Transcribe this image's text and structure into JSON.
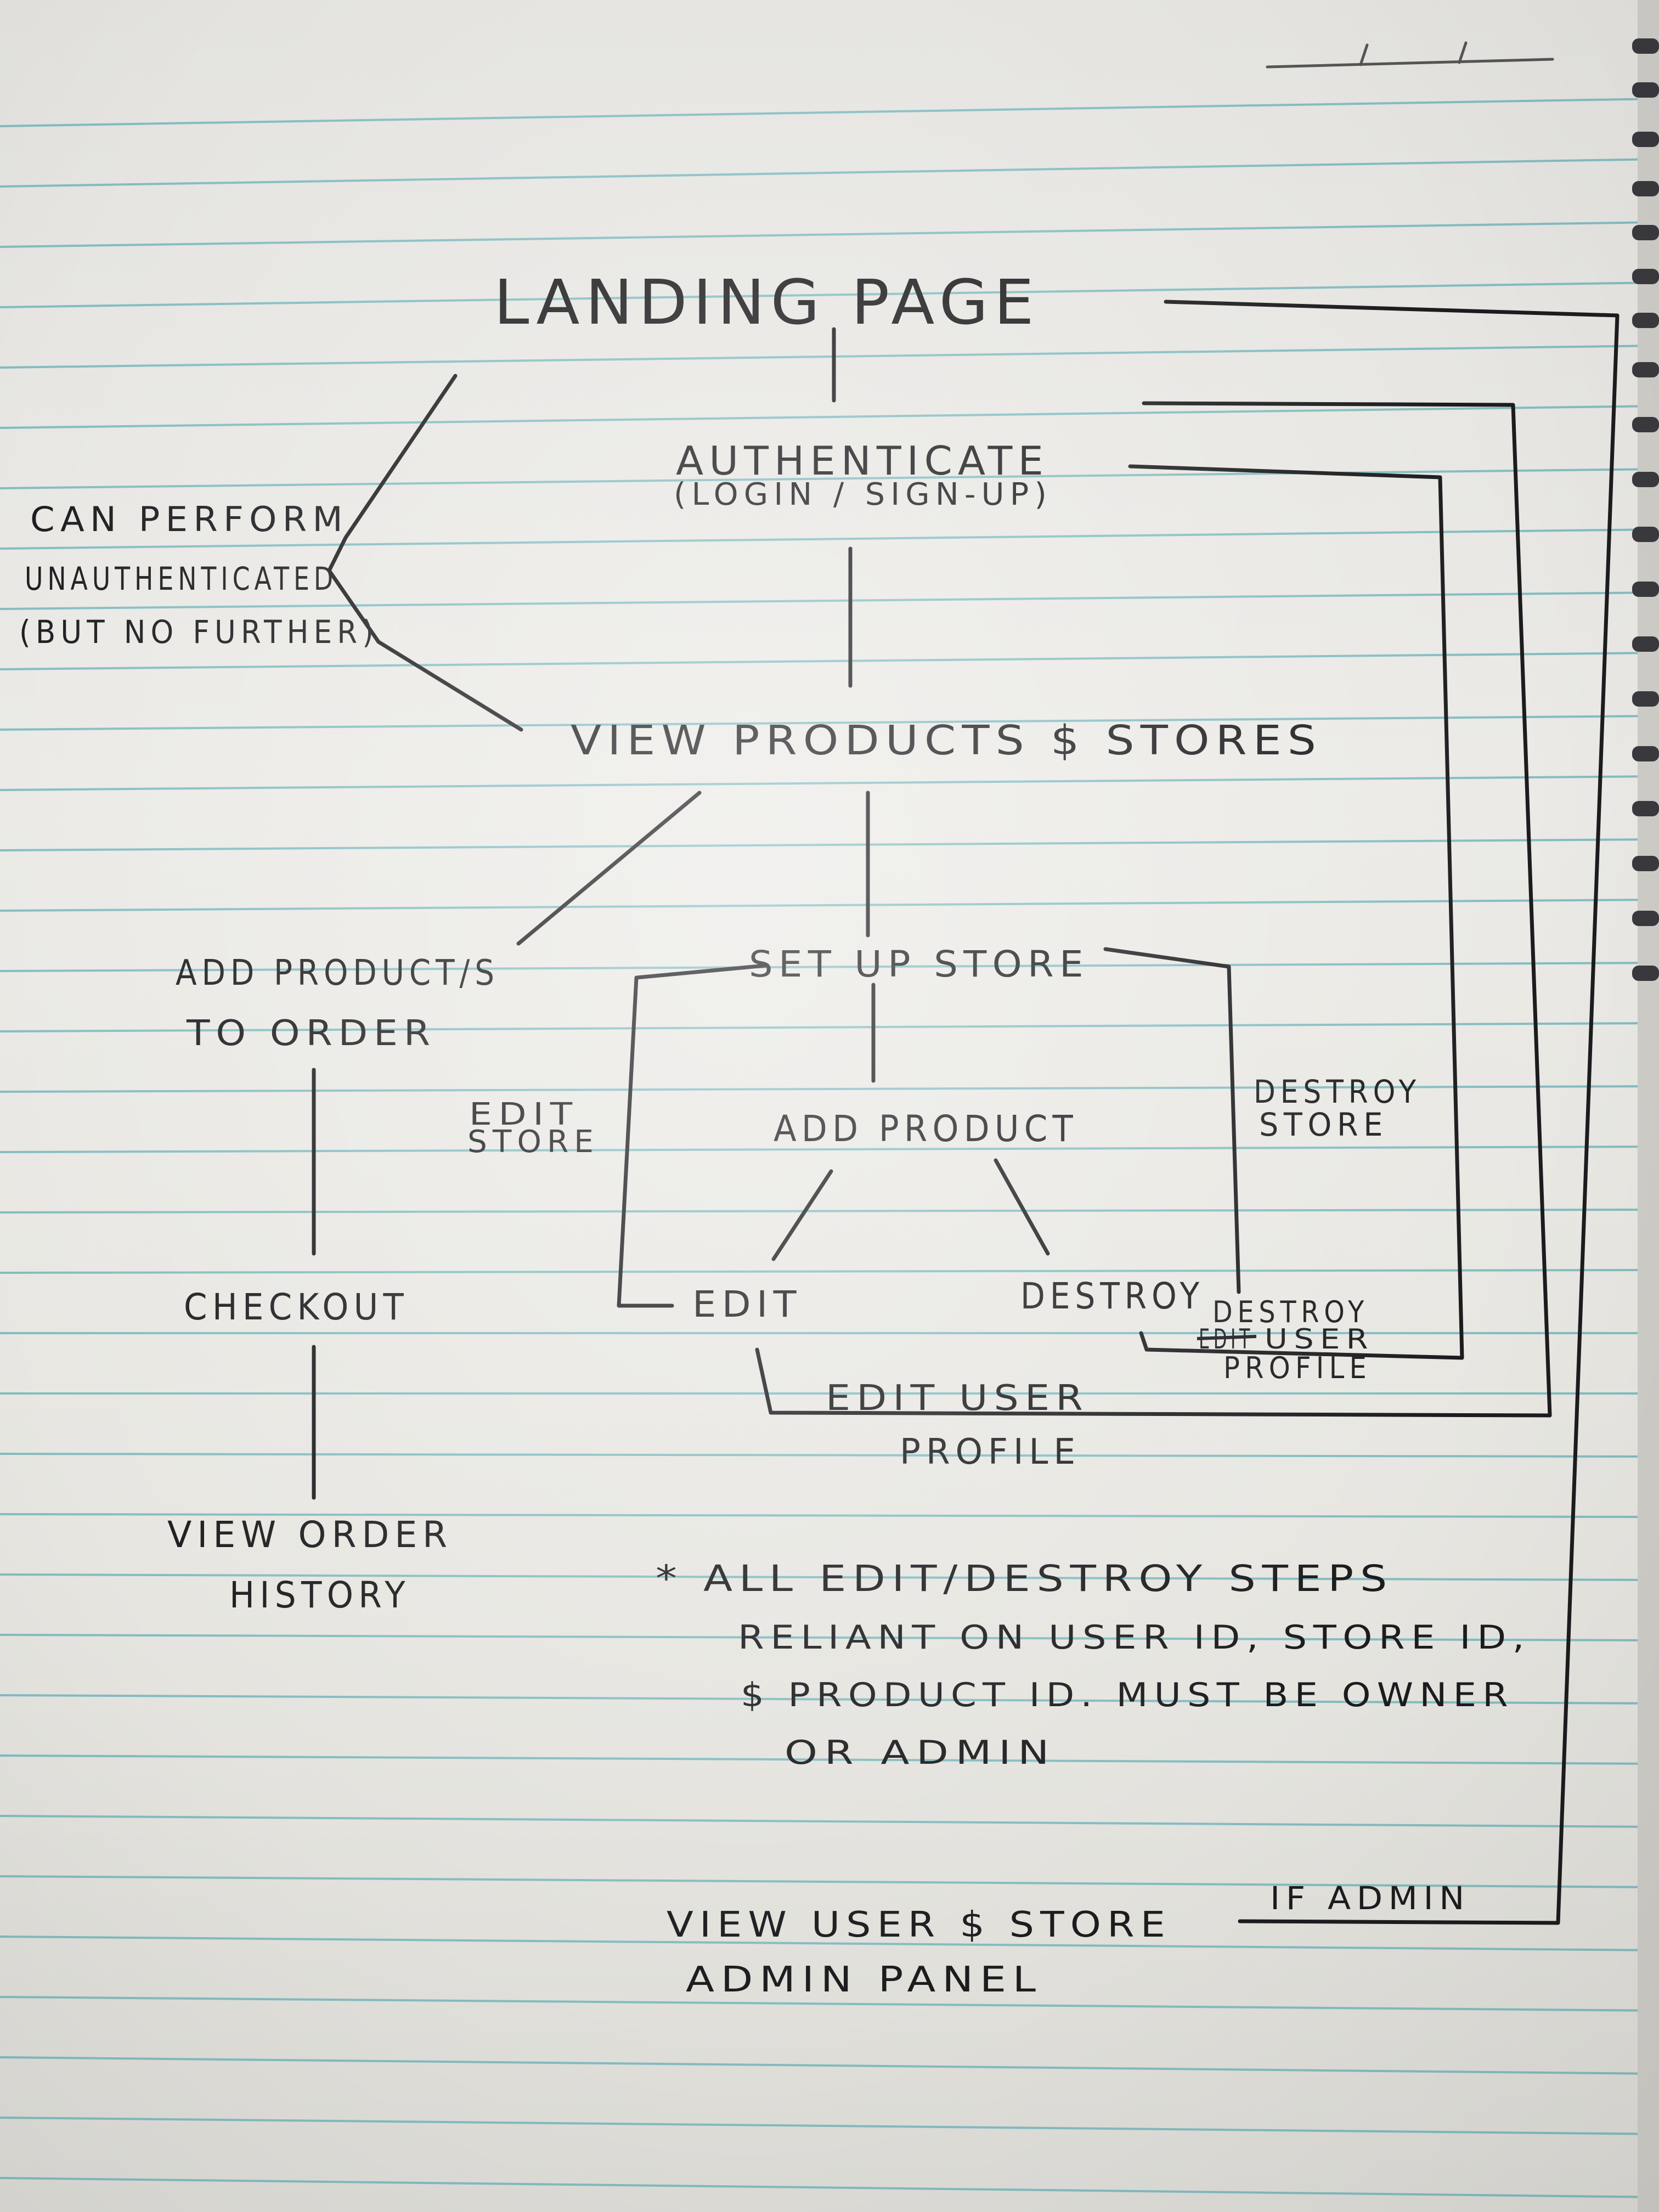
{
  "paper": {
    "rule_color": "#73b6bb",
    "ink_color": "#1c1c1f",
    "binding": "spiral-binding"
  },
  "nodes": {
    "landing_page": "LANDING PAGE",
    "authenticate": "AUTHENTICATE",
    "authenticate_sub": "(LOGIN / SIGN-UP)",
    "can_perform_1": "CAN PERFORM",
    "can_perform_2": "UNAUTHENTICATED",
    "can_perform_3": "(BUT NO FURTHER)",
    "view_products": "VIEW PRODUCTS $ STORES",
    "add_to_order_1": "ADD PRODUCT/S",
    "add_to_order_2": "TO ORDER",
    "checkout": "CHECKOUT",
    "order_history_1": "VIEW ORDER",
    "order_history_2": "HISTORY",
    "set_up_store": "SET UP STORE",
    "edit_store_1": "EDIT",
    "edit_store_2": "STORE",
    "destroy_store_1": "DESTROY",
    "destroy_store_2": "STORE",
    "add_product": "ADD PRODUCT",
    "edit": "EDIT",
    "destroy": "DESTROY",
    "destroy_user_1": "DESTROY",
    "destroy_user_struck": "EDIT",
    "destroy_user_2": "USER",
    "destroy_user_3": "PROFILE",
    "edit_user_1": "EDIT USER",
    "edit_user_2": "PROFILE",
    "note_1": "* ALL EDIT/DESTROY STEPS",
    "note_2": "RELIANT ON USER ID, STORE ID,",
    "note_3": "$ PRODUCT ID. MUST BE OWNER",
    "note_4": "OR ADMIN",
    "if_admin": "IF ADMIN",
    "admin_panel_1": "VIEW USER $ STORE",
    "admin_panel_2": "ADMIN PANEL"
  }
}
